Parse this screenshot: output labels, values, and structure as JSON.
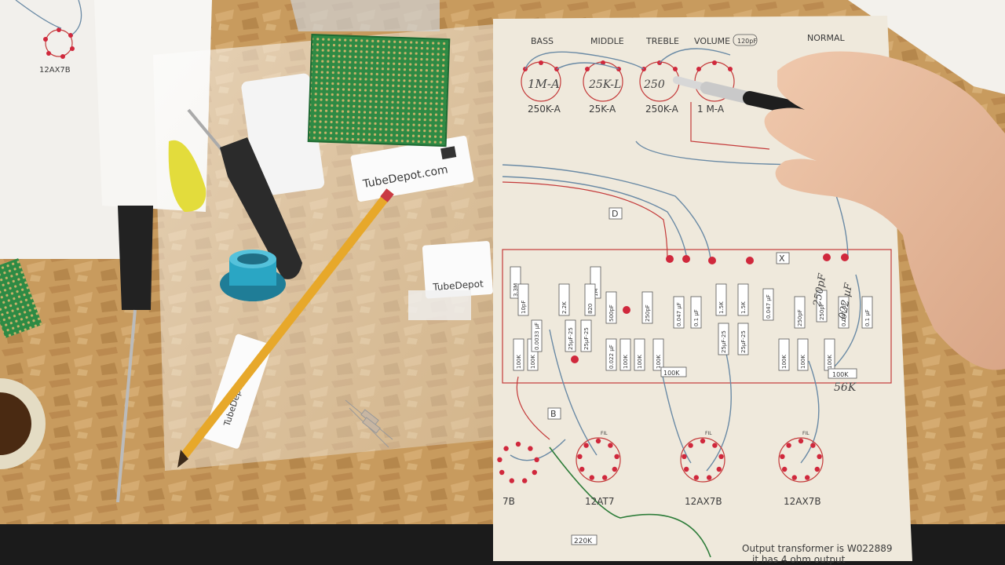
{
  "scene": {
    "caption": "",
    "controls": {
      "bass": "BASS",
      "middle": "MIDDLE",
      "treble": "TREBLE",
      "volume": "VOLUME",
      "normal": "NORMAL",
      "cap_120pf": "120pF"
    },
    "pots": {
      "bass_value": "250K-A",
      "middle_value": "25K-A",
      "treble_value": "250K-A",
      "volume_value": "1 M-A",
      "bass_handwritten": "1M-A",
      "middle_handwritten": "25K-L",
      "treble_handwritten": "250"
    },
    "markers": {
      "d": "D",
      "b": "B",
      "x": "X"
    },
    "components": [
      "3.3M",
      "10pF",
      "1M",
      "2.2K",
      "820",
      "500pF",
      "250pF",
      "0.047 µF",
      "0.1 µF",
      "1.5K",
      "1.5K",
      "0.047 µF",
      "250pF",
      "250pF",
      "0.047 µF",
      "0.1 µF",
      "100K",
      "100K",
      "0.0033 µF",
      "25µF-25",
      "25µF-25",
      "0.022 µF",
      "100K",
      "100K",
      "100K",
      "25µF-25",
      "25µF-25",
      "100K",
      "100K",
      "100K",
      "220K"
    ],
    "handwritten_notes": {
      "c1": "250pF",
      "c2": ".022 µF",
      "r1": "56K"
    },
    "tubes": {
      "left": "7B",
      "t1": "12AT7",
      "t2": "12AX7B",
      "t3": "12AX7B",
      "top_left": "12AX7B",
      "fil": "FIL"
    },
    "footer": {
      "line1": "Output transformer is W022889",
      "line2": "it has 4 ohm output"
    },
    "bag_labels": {
      "brand": "TubeDepot.com",
      "brand_short": "TubeDepot"
    },
    "colors": {
      "wood": "#c79a5c",
      "paper": "#efe9dc",
      "wire_blue": "#6a8aa5",
      "wire_red": "#c43a3a",
      "dot_red": "#d0283c",
      "perfboard": "#2e8a44",
      "pencil": "#e7a82a",
      "socket": "#2aa6c4"
    }
  }
}
